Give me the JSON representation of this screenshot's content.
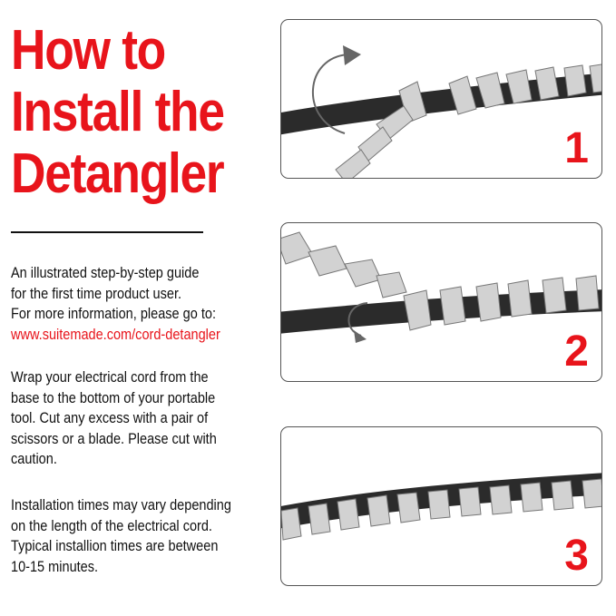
{
  "title": {
    "line1": "How to",
    "line2": "Install the",
    "line3": "Detangler"
  },
  "intro": {
    "line1": "An illustrated step-by-step guide",
    "line2": "for the first time product user.",
    "line3": "For more information, please go to:",
    "link": "www.suitemade.com/cord-detangler"
  },
  "para2": {
    "line1": "Wrap your electrical cord from the",
    "line2": "base to the bottom of your portable",
    "line3": "tool. Cut any excess with a pair of",
    "line4": "scissors or a blade. Please cut with",
    "line5": "caution."
  },
  "para3": {
    "line1": "Installation times may vary depending",
    "line2": "on the length of the electrical cord.",
    "line3": "Typical installion times are between",
    "line4": "10-15 minutes."
  },
  "steps": {
    "one": "1",
    "two": "2",
    "three": "3"
  },
  "colors": {
    "accent": "#e8141b",
    "cord": "#2b2b2b",
    "sleeve": "#cfcfcf"
  }
}
